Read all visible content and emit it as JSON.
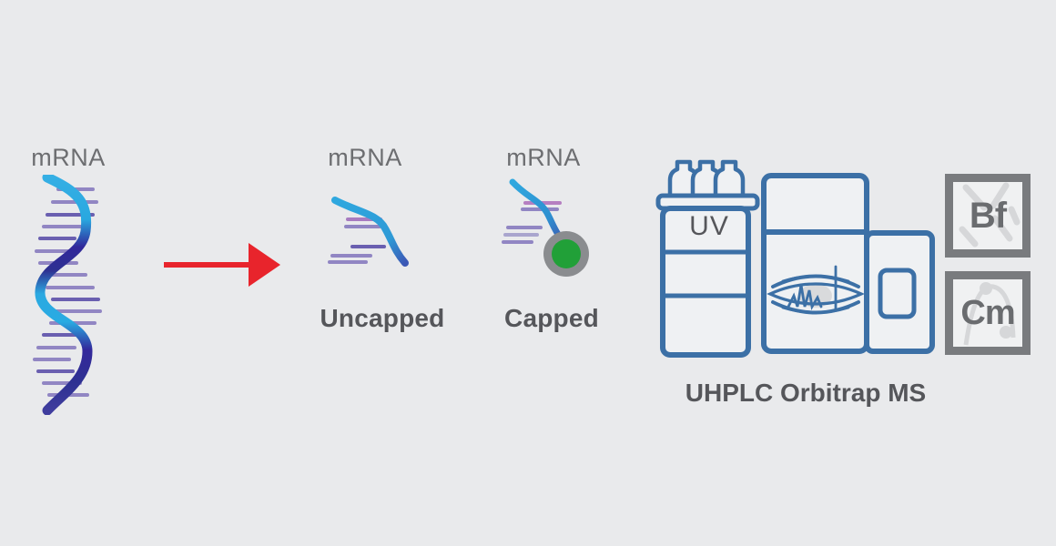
{
  "diagram": {
    "source": {
      "label": "mRNA"
    },
    "uncapped": {
      "label": "mRNA",
      "caption": "Uncapped"
    },
    "capped": {
      "label": "mRNA",
      "caption": "Capped"
    },
    "instrument": {
      "uv_label": "UV",
      "caption": "UHPLC Orbitrap MS"
    },
    "software": {
      "biopharma_finder": "Bf",
      "chromeleon": "Cm"
    }
  },
  "colors": {
    "background": "#E9EAEC",
    "arrow_red": "#E8242C",
    "strand_cyan": "#29ABE2",
    "strand_navy": "#2E3192",
    "base_purple": "#9186C3",
    "cap_gray": "#8A8C8F",
    "cap_green": "#21A038",
    "instrument_blue": "#3C70A6",
    "instrument_fill": "#EFF1F3",
    "software_icon_gray": "#797B7E",
    "label_gray": "#6D6E71",
    "caption_dark": "#55565A"
  }
}
